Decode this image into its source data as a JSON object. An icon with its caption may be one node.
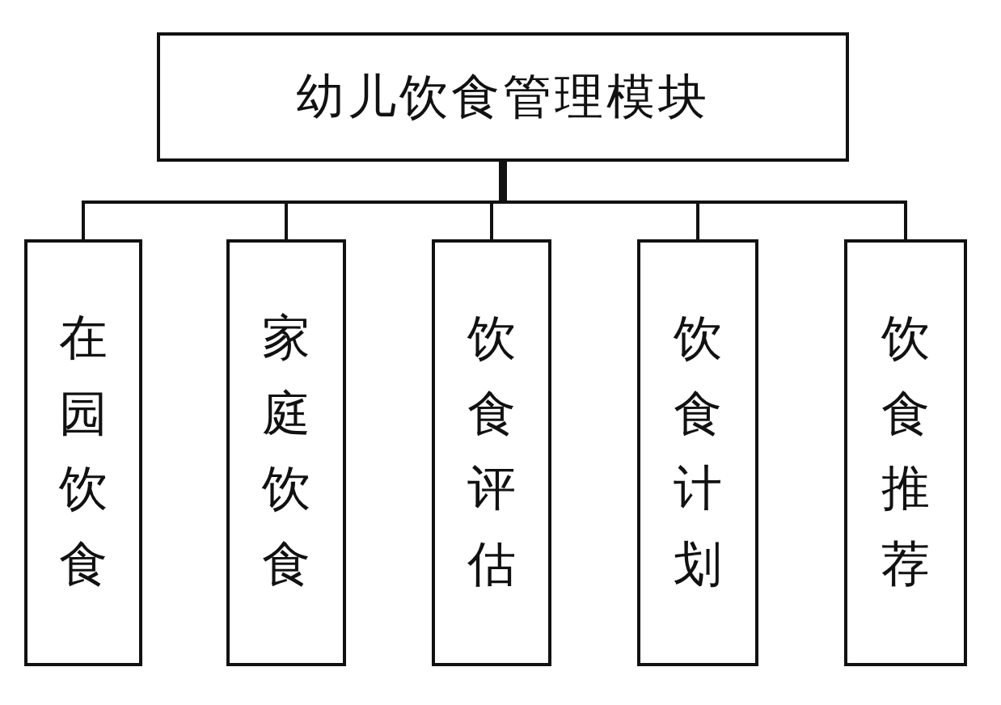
{
  "diagram": {
    "nodes": [
      {
        "text": [
          "幼儿饮食管理模块"
        ]
      },
      {
        "text": [
          "在园饮食"
        ]
      },
      {
        "text": [
          "家庭饮食"
        ]
      },
      {
        "text": [
          "饮食评估"
        ]
      },
      {
        "text": [
          "饮食计划"
        ]
      },
      {
        "text": [
          "饮食推荐"
        ]
      }
    ],
    "edges": [
      {
        "from": 0,
        "to": 1,
        "arrow": "none"
      },
      {
        "from": 0,
        "to": 2,
        "arrow": "none"
      },
      {
        "from": 0,
        "to": 3,
        "arrow": "none"
      },
      {
        "from": 0,
        "to": 4,
        "arrow": "none"
      },
      {
        "from": 0,
        "to": 5,
        "arrow": "none"
      }
    ]
  }
}
